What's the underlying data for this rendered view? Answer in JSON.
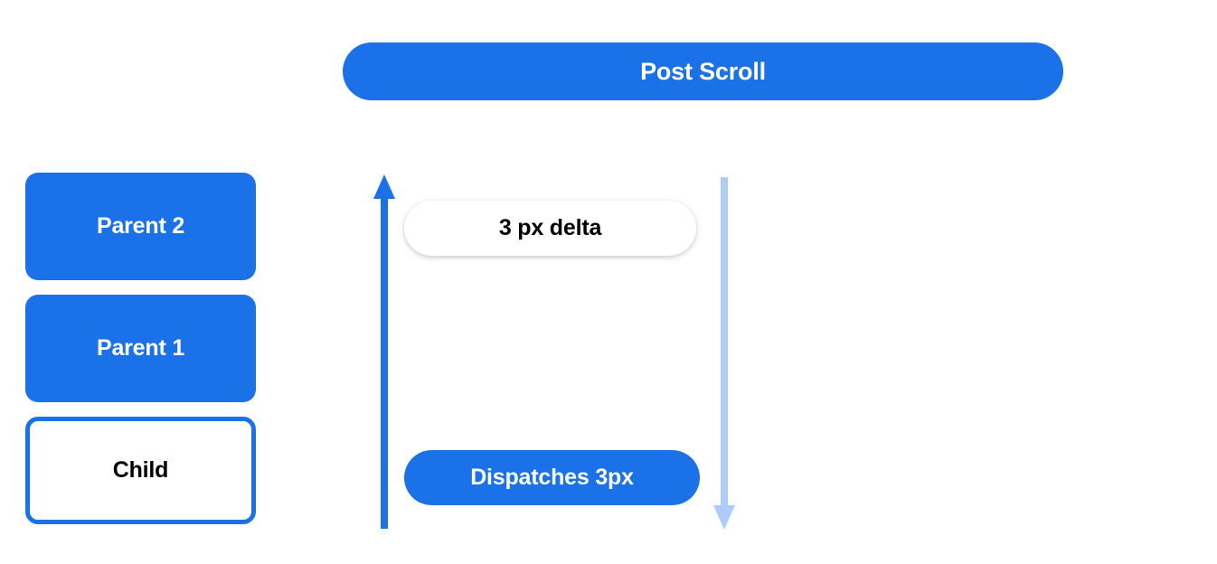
{
  "diagram": {
    "title": "Post Scroll",
    "background_color": "#ffffff",
    "accent_color": "#1b72e8",
    "muted_accent_color": "#aecbfa",
    "header": {
      "label": "Post Scroll"
    },
    "stack": [
      {
        "label": "Parent 2",
        "style": "filled"
      },
      {
        "label": "Parent 1",
        "style": "filled"
      },
      {
        "label": "Child",
        "style": "outlined"
      }
    ],
    "flow": {
      "up_arrow": {
        "name": "bubble-up-arrow",
        "direction": "up",
        "color": "#1b72e8"
      },
      "down_arrow": {
        "name": "capture-down-arrow",
        "direction": "down",
        "color": "#aecbfa"
      },
      "annotations": [
        {
          "label": "3 px delta",
          "style": "white-pill"
        },
        {
          "label": "Dispatches 3px",
          "style": "blue-pill"
        }
      ]
    }
  }
}
